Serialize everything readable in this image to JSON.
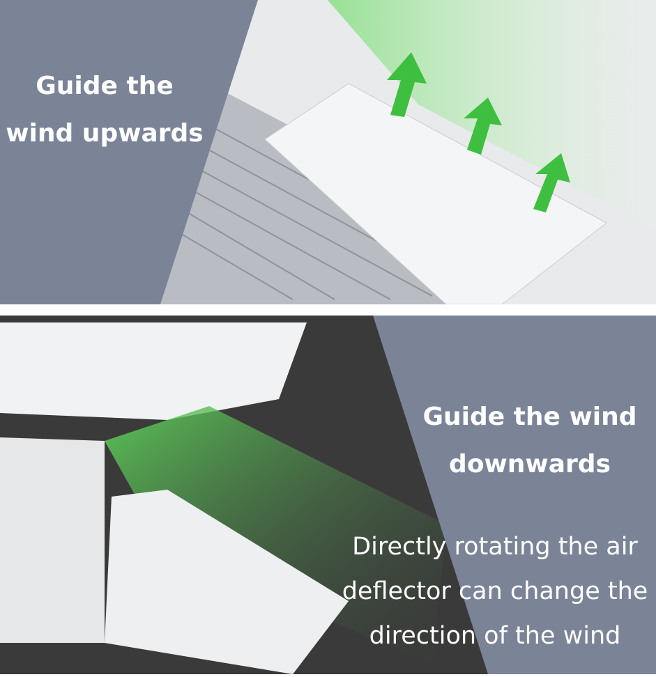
{
  "top_panel": {
    "heading_line1": "Guide the",
    "heading_line2": "wind upwards"
  },
  "bottom_panel": {
    "heading_line1": "Guide the wind",
    "heading_line2": "downwards",
    "description_line1": "Directly rotating the air",
    "description_line2": "deflector can change the",
    "description_line3": "direction of the wind"
  },
  "colors": {
    "slate_panel": "#7b8497",
    "airflow_green": "#4cc94a",
    "dark_background": "#3a3a3a"
  }
}
